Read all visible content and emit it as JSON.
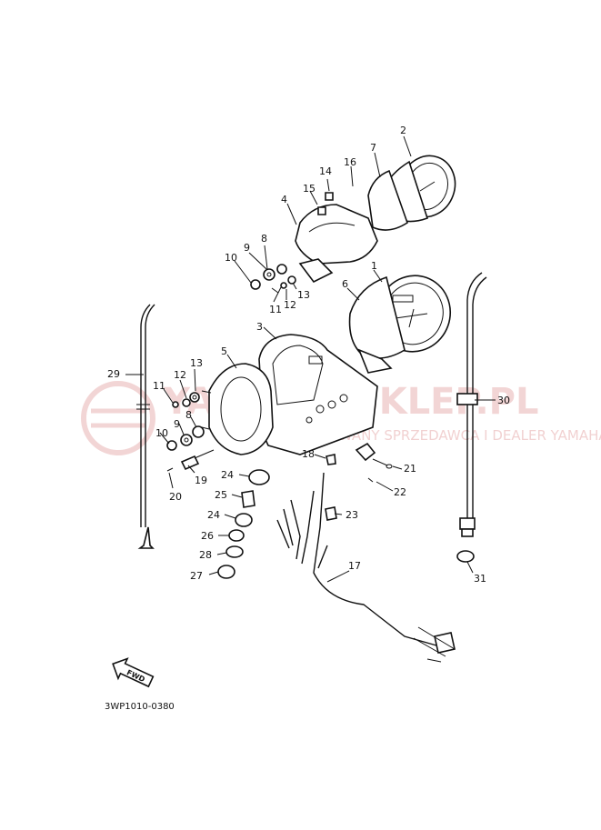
{
  "diagram": {
    "drawing_code": "3WP1010-0380",
    "fwd_text": "FWD",
    "watermark": {
      "brand": "YAMAHA-SKLEP.PL",
      "subtitle": "AUTORYZOWANY SPRZEDAWCA I DEALER YAMAHA"
    },
    "callouts": [
      "1",
      "2",
      "3",
      "4",
      "5",
      "6",
      "7",
      "8",
      "9",
      "10",
      "11",
      "12",
      "13",
      "14",
      "15",
      "16",
      "17",
      "18",
      "19",
      "20",
      "21",
      "22",
      "23",
      "24",
      "25",
      "26",
      "27",
      "28",
      "29",
      "30",
      "31"
    ],
    "callout_dup": {
      "8b": "8",
      "9b": "9",
      "10b": "10",
      "11b": "11",
      "12b": "12",
      "13b": "13",
      "24b": "24"
    },
    "colors": {
      "ink": "#111111",
      "watermark": "#e9b3b3"
    }
  }
}
